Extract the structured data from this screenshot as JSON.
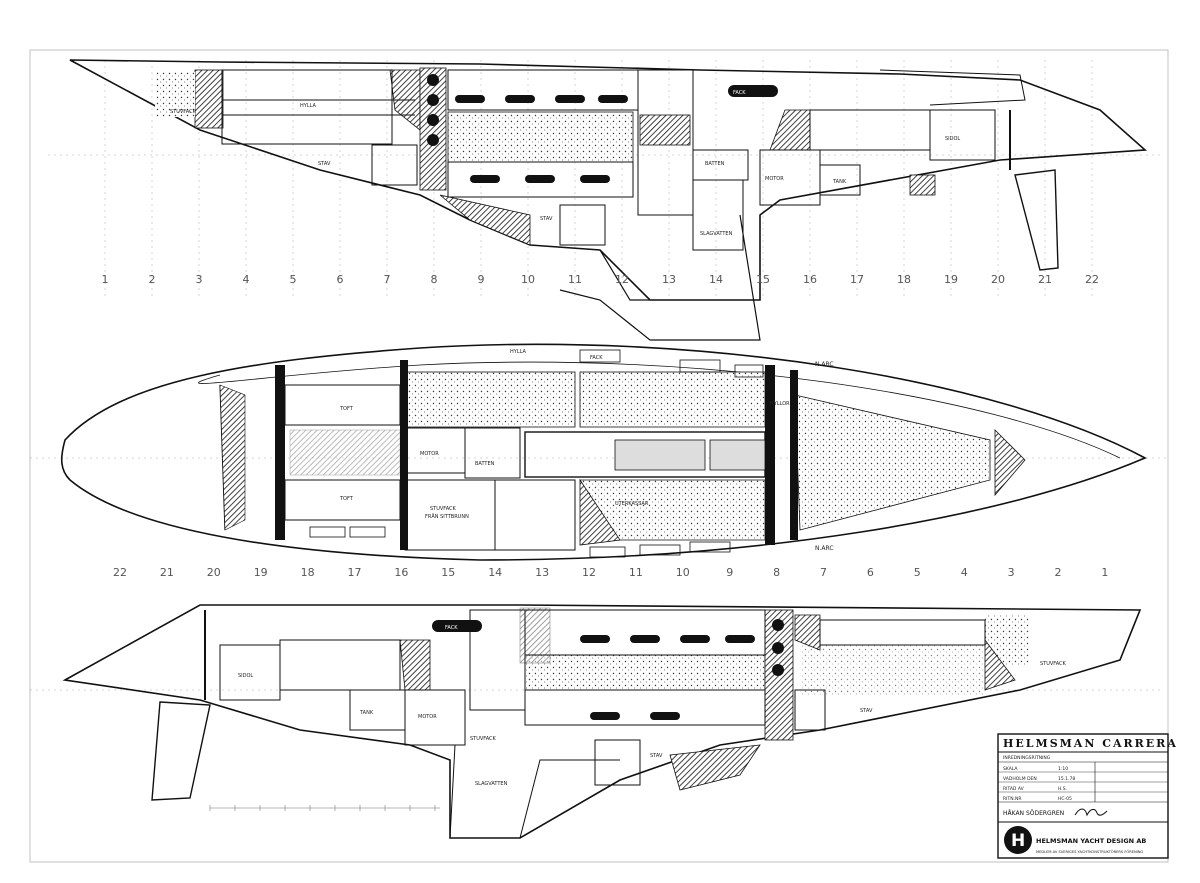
{
  "frame_numbers_top": [
    "1",
    "2",
    "3",
    "4",
    "5",
    "6",
    "7",
    "8",
    "9",
    "10",
    "11",
    "12",
    "13",
    "14",
    "15",
    "16",
    "17",
    "18",
    "19",
    "20",
    "21",
    "22"
  ],
  "frame_numbers_middle": [
    "22",
    "21",
    "20",
    "19",
    "18",
    "17",
    "16",
    "15",
    "14",
    "13",
    "12",
    "11",
    "10",
    "9",
    "8",
    "7",
    "6",
    "5",
    "4",
    "3",
    "2",
    "1"
  ],
  "top_profile": {
    "labels": {
      "stuvfack": "STUVFACK",
      "hylla": "HYLLA",
      "stav": "STAV",
      "tack": "FACK",
      "motor": "MOTOR",
      "batten": "BATTEN",
      "slagvatten": "SLAGVATTEN",
      "tank": "TANK",
      "sidol": "SIDOL"
    }
  },
  "plan_view": {
    "labels": {
      "hylla": "HYLLA",
      "fack": "FACK",
      "toft": "TOFT",
      "motor": "MOTOR",
      "batten": "BATTEN",
      "stuvfack": "STUVFACK",
      "sittbrunn": "FRÅN SITTBRUNN",
      "uterkassar": "UTERKASSAR",
      "narc": "N.ARC",
      "hyllor": "HYLLOR"
    }
  },
  "bottom_profile": {
    "labels": {
      "fack": "FACK",
      "stuvfack": "STUVFACK",
      "slagvatten": "SLAGVATTEN",
      "tank": "TANK",
      "motor": "MOTOR",
      "sidol": "SIDOL",
      "stav": "STAV"
    }
  },
  "title_block": {
    "title": "HELMSMAN CARRERA",
    "subtitle": "INREDNINGSRITNING",
    "rows": [
      {
        "label": "SKALA",
        "value": "1:10"
      },
      {
        "label": "VADHOLM DEN",
        "value": "15.1.78"
      },
      {
        "label": "RITAD AV",
        "value": "H.S."
      },
      {
        "label": "RITN.NR",
        "value": "HC-05"
      }
    ],
    "designer": "HÅKAN SÖDERGREN",
    "company": "HELMSMAN YACHT DESIGN AB",
    "footer": "MEDLEM AV SVERIGES YACHTKONSTRUKTÖRERS FÖRENING"
  }
}
